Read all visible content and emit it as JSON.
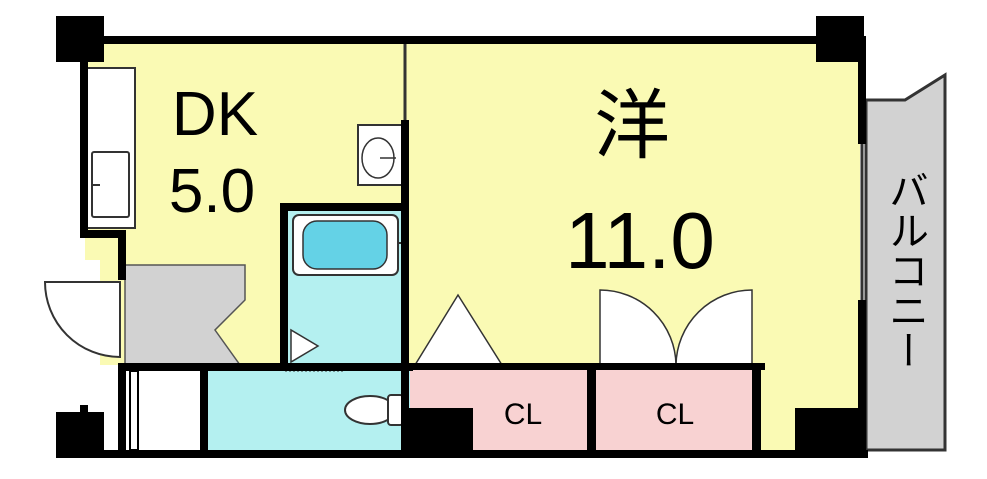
{
  "rooms": {
    "dk": {
      "name": "DK",
      "size": "5.0"
    },
    "western": {
      "name": "洋",
      "size": "11.0"
    },
    "closet_left": {
      "label": "CL"
    },
    "closet_right": {
      "label": "CL"
    },
    "balcony": {
      "label": "バルコニー"
    }
  },
  "colors": {
    "wall": "#000000",
    "room_floor": "#fafab4",
    "wet_area": "#b4f0f0",
    "closet": "#f8d2d2",
    "entrance": "#d2d2d2",
    "balcony": "#d2d2d2",
    "bathtub": "#64d2e6"
  }
}
